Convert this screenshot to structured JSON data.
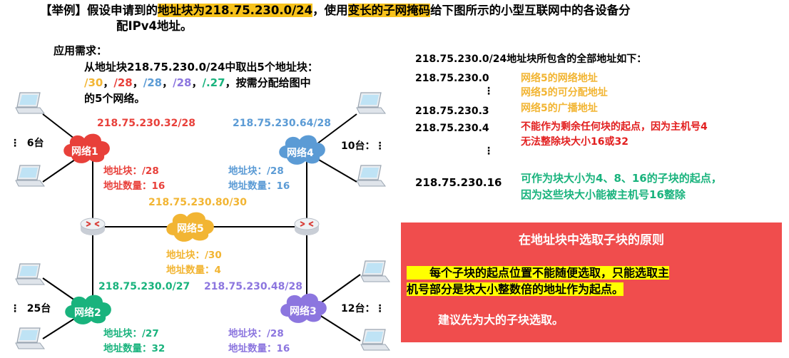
{
  "header": {
    "line1_prefix": "【举例】假设申请到的",
    "line1_hl1": "地址块为218.75.230.0/24",
    "line1_mid": "，使用",
    "line1_hl2": "变长的子网掩码",
    "line1_suffix": "给下图所示的小型互联网中的各设备分",
    "line2": "配IPv4地址。"
  },
  "requirement": {
    "label": "应用需求：",
    "line1": "从地址块218.75.230.0/24中取出5个地址块：",
    "line2_parts": [
      "/30",
      "，",
      "/28",
      "，",
      "/28",
      "，",
      "/28",
      "，",
      "/.27",
      "，按需分配给图中"
    ],
    "line3": "的5个网络。"
  },
  "networks": {
    "n1": {
      "cloud": "网络1",
      "prefix": "218.75.230.32/28",
      "block": "地址块：/28",
      "count": "地址数量：16",
      "hosts": "6台"
    },
    "n4": {
      "cloud": "网络4",
      "prefix": "218.75.230.64/28",
      "block": "地址块：/28",
      "count": "地址数量：16",
      "hosts": "10台"
    },
    "n5": {
      "cloud": "网络5",
      "prefix": "218.75.230.80/30",
      "block": "地址块：/30",
      "count": "地址数量：4"
    },
    "n2": {
      "cloud": "网络2",
      "prefix": "218.75.230.0/27",
      "block": "地址块：/27",
      "count": "地址数量：32",
      "hosts": "25台"
    },
    "n3": {
      "cloud": "网络3",
      "prefix": "218.75.230.48/28",
      "block": "地址块：/28",
      "count": "地址数量：16",
      "hosts": "12台"
    }
  },
  "dots": {
    "v": "⋮",
    "colon": "："
  },
  "address_list": {
    "title": "218.75.230.0/24地址块所包含的全部地址如下：",
    "a0": "218.75.230.0",
    "a0_desc": "网络5的网络地址",
    "a1_desc": "网络5的可分配地址",
    "a3": "218.75.230.3",
    "a3_desc": "网络5的广播地址",
    "a4": "218.75.230.4",
    "a4_desc1": "不能作为剩余任何块的起点，因为主机号4",
    "a4_desc2": "无法整除块大小16或32",
    "a16": "218.75.230.16",
    "a16_desc1": "可作为块大小为4、8、16的子块的起点，",
    "a16_desc2": "因为这些块大小能被主机号16整除"
  },
  "principle": {
    "title": "在地址块中选取子块的原则",
    "line1": "　　每个子块的起点位置不能随便选取，只能选取主",
    "line2": "机号部分是块大小整数倍的地址作为起点。",
    "line3": "建议先为大的子块选取。"
  },
  "colors": {
    "network1": "#e8403a",
    "network4": "#5b9bd5",
    "network5": "#f2b533",
    "network2": "#19b37d",
    "network3": "#8c76df",
    "principle_bg": "#f04d4d",
    "highlight": "#f7c21b"
  }
}
